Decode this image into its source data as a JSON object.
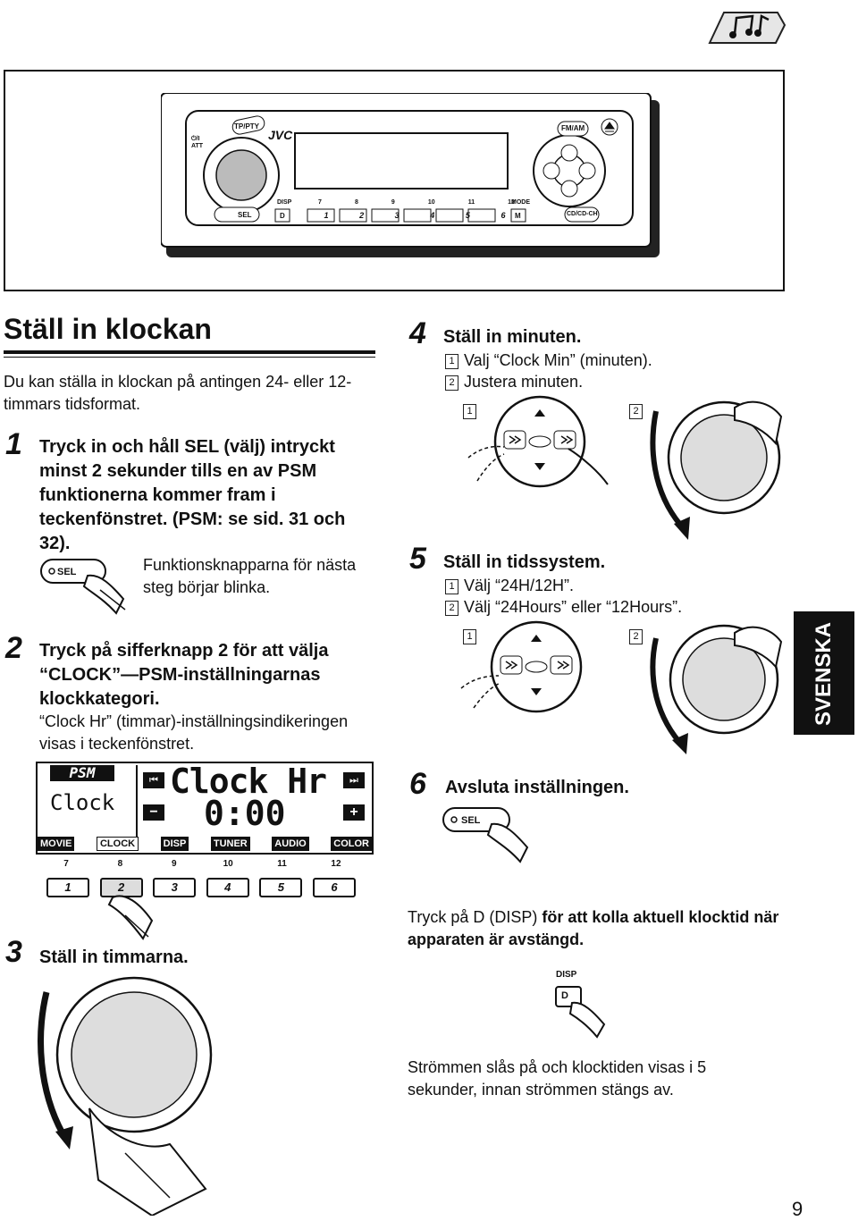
{
  "header_icon": "music-notes-icon",
  "radio": {
    "brand": "JVC",
    "tp_pty": "TP/PTY",
    "fm_am": "FM/AM",
    "att": "⏻/I ATT",
    "sel": "SEL",
    "disp_label": "DISP",
    "disp_btn": "D",
    "mode_label": "MODE",
    "mode_btn": "M",
    "cd": "CD/CD-CH",
    "top_numbers": [
      "7",
      "8",
      "9",
      "10",
      "11",
      "12"
    ],
    "presets": [
      "1",
      "2",
      "3",
      "4",
      "5",
      "6"
    ]
  },
  "title": "Ställ in klockan",
  "intro": "Du kan ställa in klockan på antingen 24- eller 12-timmars tidsformat.",
  "step1": {
    "num": "1",
    "text": "Tryck in och håll SEL (välj) intryckt minst 2 sekunder tills en av PSM funktionerna kommer fram i teckenfönstret. (PSM: se sid. 31 och 32).",
    "button": "SEL",
    "note": "Funktionsknapparna för nästa steg börjar blinka."
  },
  "step2": {
    "num": "2",
    "text": "Tryck på sifferknapp 2 för att välja “CLOCK”—PSM-inställningarnas klockkategori.",
    "note": "“Clock Hr” (timmar)-inställningsindikeringen visas i teckenfönstret."
  },
  "display": {
    "psm": "PSM",
    "clock": "Clock",
    "clock_hr": "Clock Hr",
    "time": "0:00",
    "minus": "−",
    "plus": "+",
    "bar": [
      "MOVIE",
      "CLOCK",
      "DISP",
      "TUNER",
      "AUDIO",
      "COLOR"
    ]
  },
  "keypad": {
    "top": [
      "7",
      "8",
      "9",
      "10",
      "11",
      "12"
    ],
    "keys": [
      "1",
      "2",
      "3",
      "4",
      "5",
      "6"
    ]
  },
  "step3": {
    "num": "3",
    "text": "Ställ in timmarna."
  },
  "step4": {
    "num": "4",
    "title": "Ställ in minuten.",
    "items": [
      "Valj “Clock Min” (minuten).",
      "Justera minuten."
    ],
    "labels": [
      "1",
      "2"
    ]
  },
  "step5": {
    "num": "5",
    "title": "Ställ in tidssystem.",
    "items": [
      "Välj “24H/12H”.",
      "Välj “24Hours” eller “12Hours”."
    ],
    "labels": [
      "1",
      "2"
    ]
  },
  "step6": {
    "num": "6",
    "title": "Avsluta inställningen.",
    "button": "SEL"
  },
  "disp_note": {
    "prefix": "Tryck på D (DISP) ",
    "bold": "för att kolla aktuell klocktid när apparaten är avstängd.",
    "label": "DISP",
    "button": "D"
  },
  "power_note": "Strömmen slås på och klocktiden visas i 5 sekunder, innan strömmen stängs av.",
  "side_tab": "SVENSKA",
  "page_number": "9"
}
